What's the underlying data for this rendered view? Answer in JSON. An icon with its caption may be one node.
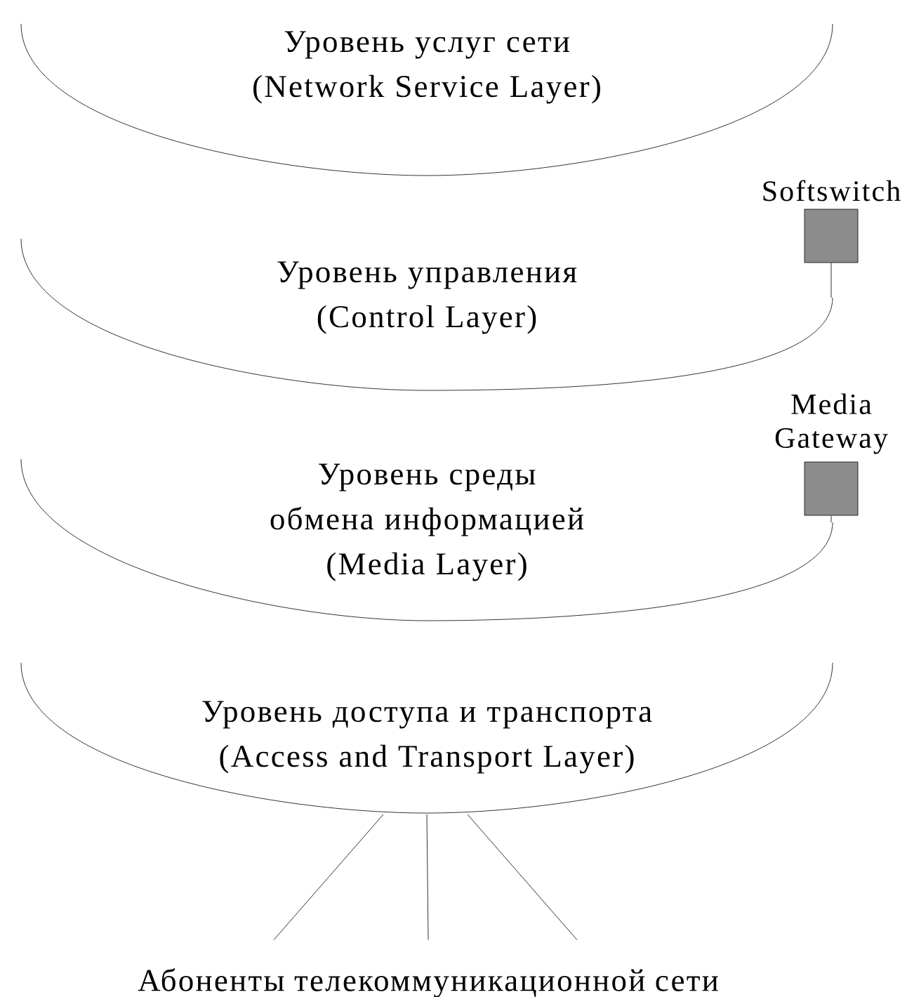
{
  "diagram": {
    "nodes": [
      {
        "text": [
          "Уровень услуг сети",
          "(Network Service Layer)"
        ]
      },
      {
        "text": [
          "Уровень управления",
          "(Control Layer)"
        ]
      },
      {
        "text": [
          "Уровень среды обмена информацией",
          "(Media Layer)"
        ]
      },
      {
        "text": [
          "Уровень доступа и транспорта",
          "(Access and Transport Layer)"
        ]
      },
      {
        "text": [
          "Softswitch"
        ]
      },
      {
        "text": [
          "Media Gateway"
        ]
      },
      {
        "text": [
          "Абоненты телекоммуникационной сети"
        ]
      }
    ],
    "edges": [
      {
        "from": 4,
        "to": 1,
        "arrow": "none"
      },
      {
        "from": 5,
        "to": 2,
        "arrow": "none"
      },
      {
        "from": 3,
        "to": 6,
        "arrow": "none"
      },
      {
        "from": 3,
        "to": 6,
        "arrow": "none"
      },
      {
        "from": 3,
        "to": 6,
        "arrow": "none"
      }
    ]
  }
}
